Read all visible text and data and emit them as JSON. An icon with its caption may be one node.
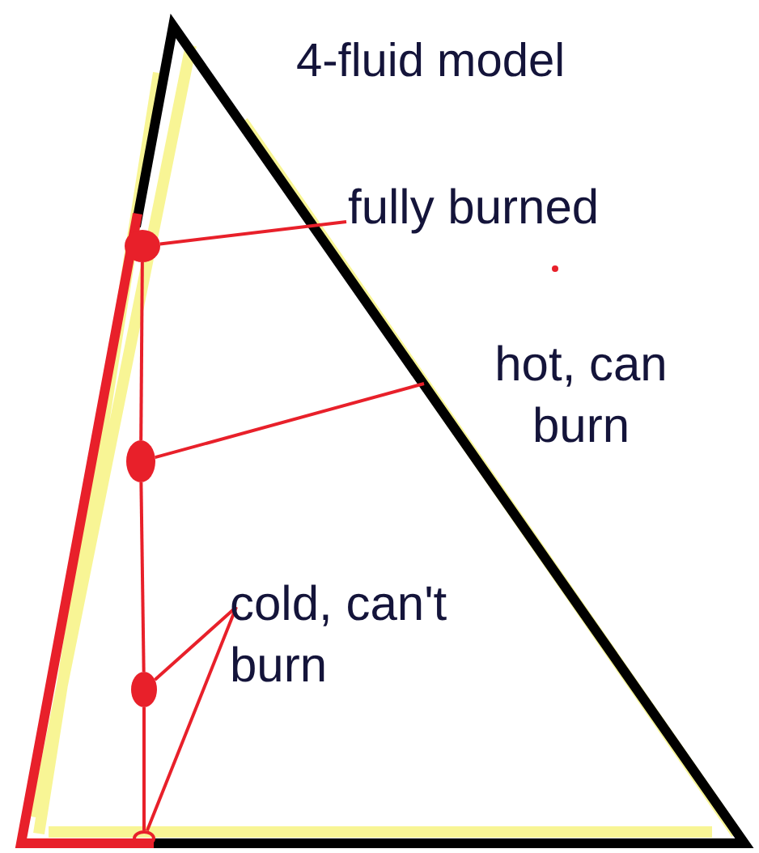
{
  "diagram": {
    "title": "4-fluid model",
    "nodes": [
      {
        "text": [
          "fully burned"
        ]
      },
      {
        "text": [
          "hot, can burn"
        ]
      },
      {
        "text": [
          "cold, can't burn"
        ]
      },
      {
        "text": [],
        "shape": "circle"
      },
      {
        "text": [],
        "shape": "circle"
      },
      {
        "text": [],
        "shape": "circle"
      },
      {
        "text": [],
        "shape": "circle"
      }
    ],
    "edges": [
      {
        "from": 0,
        "to": 3,
        "arrow": "none"
      },
      {
        "from": 1,
        "to": 4,
        "arrow": "none"
      },
      {
        "from": 2,
        "to": 5,
        "arrow": "none"
      },
      {
        "from": 2,
        "to": 6,
        "arrow": "none"
      },
      {
        "from": 3,
        "to": 4,
        "arrow": "none"
      },
      {
        "from": 4,
        "to": 5,
        "arrow": "none"
      },
      {
        "from": 5,
        "to": 6,
        "arrow": "none"
      }
    ]
  }
}
